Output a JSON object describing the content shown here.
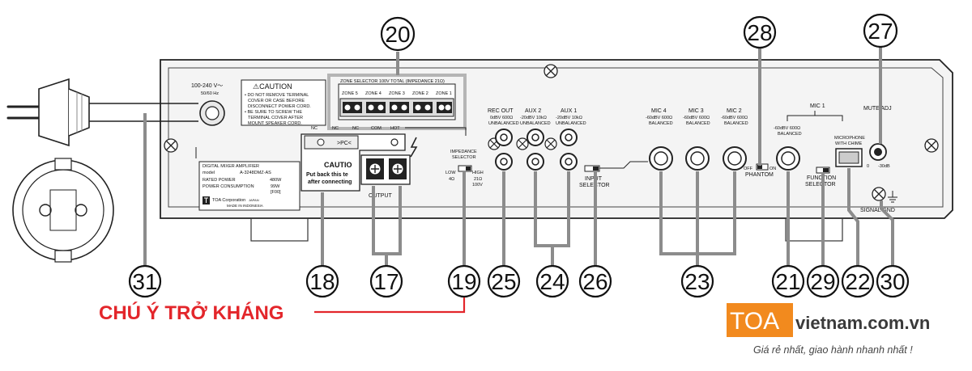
{
  "callouts": [
    {
      "id": "callout-20",
      "num": "20"
    },
    {
      "id": "callout-28",
      "num": "28"
    },
    {
      "id": "callout-27",
      "num": "27"
    },
    {
      "id": "callout-31",
      "num": "31"
    },
    {
      "id": "callout-18",
      "num": "18"
    },
    {
      "id": "callout-17",
      "num": "17"
    },
    {
      "id": "callout-19",
      "num": "19"
    },
    {
      "id": "callout-25",
      "num": "25"
    },
    {
      "id": "callout-24",
      "num": "24"
    },
    {
      "id": "callout-26",
      "num": "26"
    },
    {
      "id": "callout-23",
      "num": "23"
    },
    {
      "id": "callout-21",
      "num": "21"
    },
    {
      "id": "callout-29",
      "num": "29"
    },
    {
      "id": "callout-22",
      "num": "22"
    },
    {
      "id": "callout-30",
      "num": "30"
    }
  ],
  "panel": {
    "power_voltage": "100-240 V～",
    "power_freq": "50/60 Hz",
    "caution_title": "⚠CAUTION",
    "caution_line1": "• DO NOT REMOVE TERMINAL",
    "caution_line2": "COVER OR CASE BEFORE",
    "caution_line3": "DISCONNECT POWER CORD.",
    "caution_line4": "• BE SURE TO SCREW THE",
    "caution_line5": "TERMINAL COVER AFTER",
    "caution_line6": "MOUNT SPEAKER CORD.",
    "zone_title": "ZONE SELECTOR 100V TOTAL (IMPEDANCE 21Ω)",
    "zones": [
      "ZONE 5",
      "ZONE 4",
      "ZONE 3",
      "ZONE 2",
      "ZONE 1"
    ],
    "nc1": "NC",
    "nc2": "NC",
    "nc3": "NC",
    "com": "COM",
    "hot": "HOT",
    "pc_label": ">PC<",
    "caution2_title": "CAUTIO",
    "caution2_line1": "Put back this te",
    "caution2_line2": "after connecting",
    "output": "OUTPUT",
    "product_name": "DIGITAL MIXER AMPLIFIER",
    "model_label": "model",
    "model_value": "A-3248DMZ-AS",
    "rated_label": "RATED POWER",
    "rated_value": "480W",
    "consumption_label": "POWER CONSUMPTION",
    "consumption_value": "99W",
    "f00": "[F00]",
    "maker": "TOA Corporation",
    "maker_country": "JAPAN",
    "made_in": "MADE IN INDONESIA",
    "imp_sel_1": "IMPEDANCE",
    "imp_sel_2": "SELECTOR",
    "low": "LOW",
    "low_val": "4Ω",
    "high": "HIGH",
    "high_val1": "21Ω",
    "high_val2": "100V",
    "rec_out": "REC OUT",
    "rec_out_l1": "0dBV 600Ω",
    "rec_out_l2": "UNBALANCED",
    "aux2": "AUX 2",
    "aux2_l1": "-20dBV 10kΩ",
    "aux2_l2": "UNBALANCED",
    "aux1": "AUX 1",
    "aux1_l1": "-20dBV 10kΩ",
    "aux1_l2": "UNBALANCED",
    "input_sel_1": "INPUT",
    "input_sel_2": "SELECTOR",
    "mic4": "MIC 4",
    "mic4_l1": "-60dBV 600Ω",
    "mic4_l2": "BALANCED",
    "mic3": "MIC 3",
    "mic3_l1": "-60dBV 600Ω",
    "mic3_l2": "BALANCED",
    "mic2": "MIC 2",
    "mic2_l1": "-60dBV 600Ω",
    "mic2_l2": "BALANCED",
    "off": "OFF",
    "on": "ON",
    "phantom": "PHANTOM",
    "mic1": "MIC 1",
    "mic1_l1": "-60dBV 600Ω",
    "mic1_l2": "BALANCED",
    "mic1_chime1": "MICROPHONE",
    "mic1_chime2": "WITH CHIME",
    "func_sel_1": "FUNCTION",
    "func_sel_2": "SELECTOR",
    "mute_adj": "MUTE ADJ",
    "mute_min": "0",
    "mute_max": "-30dB",
    "signal_gnd": "SIGNAL GND"
  },
  "warning": "CHÚ Ý TRỞ KHÁNG",
  "brand": {
    "box_text": "TOA",
    "site_text": "vietnam.com.vn",
    "tagline": "Giá rẻ nhất, giao hành nhanh nhất !"
  },
  "colors": {
    "warning_red": "#e3262b",
    "brand_orange": "#f28a1e",
    "leader_gray": "#8c8c8c",
    "zone_gray": "#b5b5b5"
  }
}
